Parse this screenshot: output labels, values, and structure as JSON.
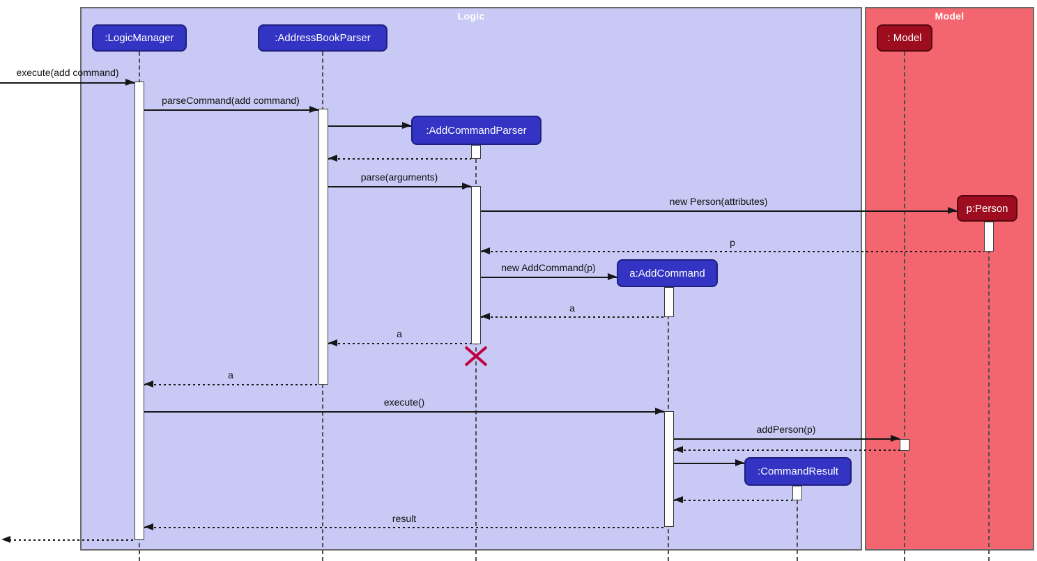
{
  "frames": {
    "logic": {
      "title": "Logic"
    },
    "model": {
      "title": "Model"
    }
  },
  "participants": {
    "logic_manager": {
      "label": ":LogicManager"
    },
    "address_book_parser": {
      "label": ":AddressBookParser"
    },
    "add_command_parser": {
      "label": ":AddCommandParser"
    },
    "add_command": {
      "label": "a:AddCommand"
    },
    "command_result": {
      "label": ":CommandResult"
    },
    "model": {
      "label": ": Model"
    },
    "person": {
      "label": "p:Person"
    }
  },
  "messages": {
    "execute_add_command": {
      "label": "execute(add command)",
      "type": "sync"
    },
    "parse_command": {
      "label": "parseCommand(add command)",
      "type": "sync"
    },
    "parse_arguments": {
      "label": "parse(arguments)",
      "type": "sync"
    },
    "new_person": {
      "label": "new Person(attributes)",
      "type": "create"
    },
    "return_p": {
      "label": "p",
      "type": "return"
    },
    "new_add_command": {
      "label": "new AddCommand(p)",
      "type": "create"
    },
    "return_a_to_parser": {
      "label": "a",
      "type": "return"
    },
    "return_a_to_abp": {
      "label": "a",
      "type": "return"
    },
    "return_a_to_lm": {
      "label": "a",
      "type": "return"
    },
    "execute": {
      "label": "execute()",
      "type": "sync"
    },
    "add_person": {
      "label": "addPerson(p)",
      "type": "sync"
    },
    "return_result": {
      "label": "result",
      "type": "return"
    }
  },
  "colors": {
    "logic_frame_fill": "#c9c9f5",
    "model_frame_fill": "#f4666f",
    "logic_participant_fill": "#3333c4",
    "model_participant_fill": "#9d0d1f",
    "destroy_marker": "#be0041"
  }
}
